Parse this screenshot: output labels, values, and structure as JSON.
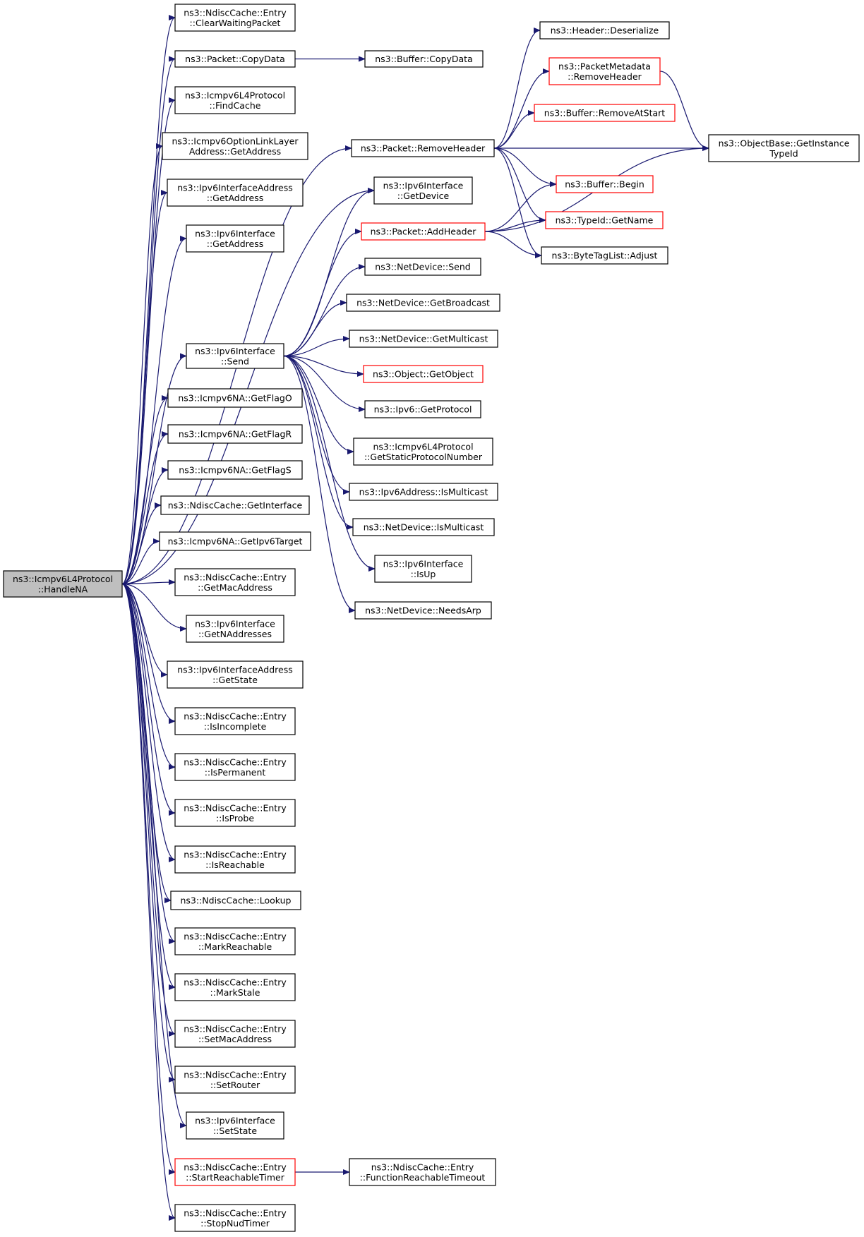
{
  "colors": {
    "edge": "#191970",
    "node_border": "#000000",
    "node_border_truncated": "#ff0000",
    "focus_fill": "#bfbfbf",
    "node_fill": "#ffffff"
  },
  "nodes": [
    {
      "id": "handle_na",
      "lines": [
        "ns3::Icmpv6L4Protocol",
        "::HandleNA"
      ],
      "focus": true
    },
    {
      "id": "clear_waiting",
      "lines": [
        "ns3::NdiscCache::Entry",
        "::ClearWaitingPacket"
      ]
    },
    {
      "id": "copy_data",
      "lines": [
        "ns3::Packet::CopyData"
      ]
    },
    {
      "id": "find_cache",
      "lines": [
        "ns3::Icmpv6L4Protocol",
        "::FindCache"
      ]
    },
    {
      "id": "linklayer_getaddr",
      "lines": [
        "ns3::Icmpv6OptionLinkLayer",
        "Address::GetAddress"
      ]
    },
    {
      "id": "ifaddr_getaddr",
      "lines": [
        "ns3::Ipv6InterfaceAddress",
        "::GetAddress"
      ]
    },
    {
      "id": "iface_getaddr",
      "lines": [
        "ns3::Ipv6Interface",
        "::GetAddress"
      ]
    },
    {
      "id": "iface_send",
      "lines": [
        "ns3::Ipv6Interface",
        "::Send"
      ]
    },
    {
      "id": "getflag_o",
      "lines": [
        "ns3::Icmpv6NA::GetFlagO"
      ]
    },
    {
      "id": "getflag_r",
      "lines": [
        "ns3::Icmpv6NA::GetFlagR"
      ]
    },
    {
      "id": "getflag_s",
      "lines": [
        "ns3::Icmpv6NA::GetFlagS"
      ]
    },
    {
      "id": "ndisc_getinterface",
      "lines": [
        "ns3::NdiscCache::GetInterface"
      ]
    },
    {
      "id": "getipv6target",
      "lines": [
        "ns3::Icmpv6NA::GetIpv6Target"
      ]
    },
    {
      "id": "entry_getmac",
      "lines": [
        "ns3::NdiscCache::Entry",
        "::GetMacAddress"
      ]
    },
    {
      "id": "iface_getnaddr",
      "lines": [
        "ns3::Ipv6Interface",
        "::GetNAddresses"
      ]
    },
    {
      "id": "ifaddr_getstate",
      "lines": [
        "ns3::Ipv6InterfaceAddress",
        "::GetState"
      ]
    },
    {
      "id": "entry_isincomplete",
      "lines": [
        "ns3::NdiscCache::Entry",
        "::IsIncomplete"
      ]
    },
    {
      "id": "entry_ispermanent",
      "lines": [
        "ns3::NdiscCache::Entry",
        "::IsPermanent"
      ]
    },
    {
      "id": "entry_isprobe",
      "lines": [
        "ns3::NdiscCache::Entry",
        "::IsProbe"
      ]
    },
    {
      "id": "entry_isreachable",
      "lines": [
        "ns3::NdiscCache::Entry",
        "::IsReachable"
      ]
    },
    {
      "id": "ndisc_lookup",
      "lines": [
        "ns3::NdiscCache::Lookup"
      ]
    },
    {
      "id": "entry_markreachable",
      "lines": [
        "ns3::NdiscCache::Entry",
        "::MarkReachable"
      ]
    },
    {
      "id": "entry_markstale",
      "lines": [
        "ns3::NdiscCache::Entry",
        "::MarkStale"
      ]
    },
    {
      "id": "entry_setmac",
      "lines": [
        "ns3::NdiscCache::Entry",
        "::SetMacAddress"
      ]
    },
    {
      "id": "entry_setrouter",
      "lines": [
        "ns3::NdiscCache::Entry",
        "::SetRouter"
      ]
    },
    {
      "id": "iface_setstate",
      "lines": [
        "ns3::Ipv6Interface",
        "::SetState"
      ]
    },
    {
      "id": "entry_startreachable",
      "lines": [
        "ns3::NdiscCache::Entry",
        "::StartReachableTimer"
      ],
      "truncated": true
    },
    {
      "id": "entry_stopnud",
      "lines": [
        "ns3::NdiscCache::Entry",
        "::StopNudTimer"
      ]
    },
    {
      "id": "buffer_copydata",
      "lines": [
        "ns3::Buffer::CopyData"
      ]
    },
    {
      "id": "packet_removeheader",
      "lines": [
        "ns3::Packet::RemoveHeader"
      ]
    },
    {
      "id": "iface_getdevice",
      "lines": [
        "ns3::Ipv6Interface",
        "::GetDevice"
      ]
    },
    {
      "id": "packet_addheader",
      "lines": [
        "ns3::Packet::AddHeader"
      ],
      "truncated": true
    },
    {
      "id": "netdev_send",
      "lines": [
        "ns3::NetDevice::Send"
      ]
    },
    {
      "id": "netdev_getbroadcast",
      "lines": [
        "ns3::NetDevice::GetBroadcast"
      ]
    },
    {
      "id": "netdev_getmulticast",
      "lines": [
        "ns3::NetDevice::GetMulticast"
      ]
    },
    {
      "id": "object_getobject",
      "lines": [
        "ns3::Object::GetObject"
      ],
      "truncated": true
    },
    {
      "id": "ipv6_getprotocol",
      "lines": [
        "ns3::Ipv6::GetProtocol"
      ]
    },
    {
      "id": "getstaticprotocol",
      "lines": [
        "ns3::Icmpv6L4Protocol",
        "::GetStaticProtocolNumber"
      ]
    },
    {
      "id": "ipv6addr_ismulticast",
      "lines": [
        "ns3::Ipv6Address::IsMulticast"
      ]
    },
    {
      "id": "netdev_ismulticast",
      "lines": [
        "ns3::NetDevice::IsMulticast"
      ]
    },
    {
      "id": "iface_isup",
      "lines": [
        "ns3::Ipv6Interface",
        "::IsUp"
      ]
    },
    {
      "id": "netdev_needsarp",
      "lines": [
        "ns3::NetDevice::NeedsArp"
      ]
    },
    {
      "id": "entry_functionreachable",
      "lines": [
        "ns3::NdiscCache::Entry",
        "::FunctionReachableTimeout"
      ]
    },
    {
      "id": "header_deserialize",
      "lines": [
        "ns3::Header::Deserialize"
      ]
    },
    {
      "id": "metadata_removeheader",
      "lines": [
        "ns3::PacketMetadata",
        "::RemoveHeader"
      ],
      "truncated": true
    },
    {
      "id": "buffer_removeatstart",
      "lines": [
        "ns3::Buffer::RemoveAtStart"
      ],
      "truncated": true
    },
    {
      "id": "objectbase_getinstance",
      "lines": [
        "ns3::ObjectBase::GetInstance",
        "TypeId"
      ]
    },
    {
      "id": "buffer_begin",
      "lines": [
        "ns3::Buffer::Begin"
      ],
      "truncated": true
    },
    {
      "id": "typeid_getname",
      "lines": [
        "ns3::TypeId::GetName"
      ],
      "truncated": true
    },
    {
      "id": "bytetaglist_adjust",
      "lines": [
        "ns3::ByteTagList::Adjust"
      ]
    }
  ],
  "edges": [
    [
      "handle_na",
      "clear_waiting"
    ],
    [
      "handle_na",
      "copy_data"
    ],
    [
      "handle_na",
      "find_cache"
    ],
    [
      "handle_na",
      "linklayer_getaddr"
    ],
    [
      "handle_na",
      "ifaddr_getaddr"
    ],
    [
      "handle_na",
      "iface_getaddr"
    ],
    [
      "handle_na",
      "packet_removeheader"
    ],
    [
      "handle_na",
      "iface_getdevice"
    ],
    [
      "handle_na",
      "iface_send"
    ],
    [
      "handle_na",
      "getflag_o"
    ],
    [
      "handle_na",
      "getflag_r"
    ],
    [
      "handle_na",
      "getflag_s"
    ],
    [
      "handle_na",
      "ndisc_getinterface"
    ],
    [
      "handle_na",
      "getipv6target"
    ],
    [
      "handle_na",
      "entry_getmac"
    ],
    [
      "handle_na",
      "iface_getnaddr"
    ],
    [
      "handle_na",
      "ifaddr_getstate"
    ],
    [
      "handle_na",
      "entry_isincomplete"
    ],
    [
      "handle_na",
      "entry_ispermanent"
    ],
    [
      "handle_na",
      "entry_isprobe"
    ],
    [
      "handle_na",
      "entry_isreachable"
    ],
    [
      "handle_na",
      "ndisc_lookup"
    ],
    [
      "handle_na",
      "entry_markreachable"
    ],
    [
      "handle_na",
      "entry_markstale"
    ],
    [
      "handle_na",
      "entry_setmac"
    ],
    [
      "handle_na",
      "entry_setrouter"
    ],
    [
      "handle_na",
      "iface_setstate"
    ],
    [
      "handle_na",
      "entry_startreachable"
    ],
    [
      "handle_na",
      "entry_stopnud"
    ],
    [
      "copy_data",
      "buffer_copydata"
    ],
    [
      "iface_send",
      "iface_getdevice"
    ],
    [
      "iface_send",
      "packet_addheader"
    ],
    [
      "iface_send",
      "netdev_send"
    ],
    [
      "iface_send",
      "netdev_getbroadcast"
    ],
    [
      "iface_send",
      "netdev_getmulticast"
    ],
    [
      "iface_send",
      "object_getobject"
    ],
    [
      "iface_send",
      "ipv6_getprotocol"
    ],
    [
      "iface_send",
      "getstaticprotocol"
    ],
    [
      "iface_send",
      "ipv6addr_ismulticast"
    ],
    [
      "iface_send",
      "netdev_ismulticast"
    ],
    [
      "iface_send",
      "iface_isup"
    ],
    [
      "iface_send",
      "netdev_needsarp"
    ],
    [
      "entry_startreachable",
      "entry_functionreachable"
    ],
    [
      "packet_removeheader",
      "header_deserialize"
    ],
    [
      "packet_removeheader",
      "metadata_removeheader"
    ],
    [
      "packet_removeheader",
      "buffer_removeatstart"
    ],
    [
      "packet_removeheader",
      "objectbase_getinstance"
    ],
    [
      "packet_removeheader",
      "buffer_begin"
    ],
    [
      "packet_removeheader",
      "typeid_getname"
    ],
    [
      "packet_removeheader",
      "bytetaglist_adjust"
    ],
    [
      "packet_addheader",
      "buffer_begin"
    ],
    [
      "packet_addheader",
      "typeid_getname"
    ],
    [
      "packet_addheader",
      "bytetaglist_adjust"
    ],
    [
      "packet_addheader",
      "objectbase_getinstance"
    ],
    [
      "metadata_removeheader",
      "objectbase_getinstance"
    ]
  ]
}
